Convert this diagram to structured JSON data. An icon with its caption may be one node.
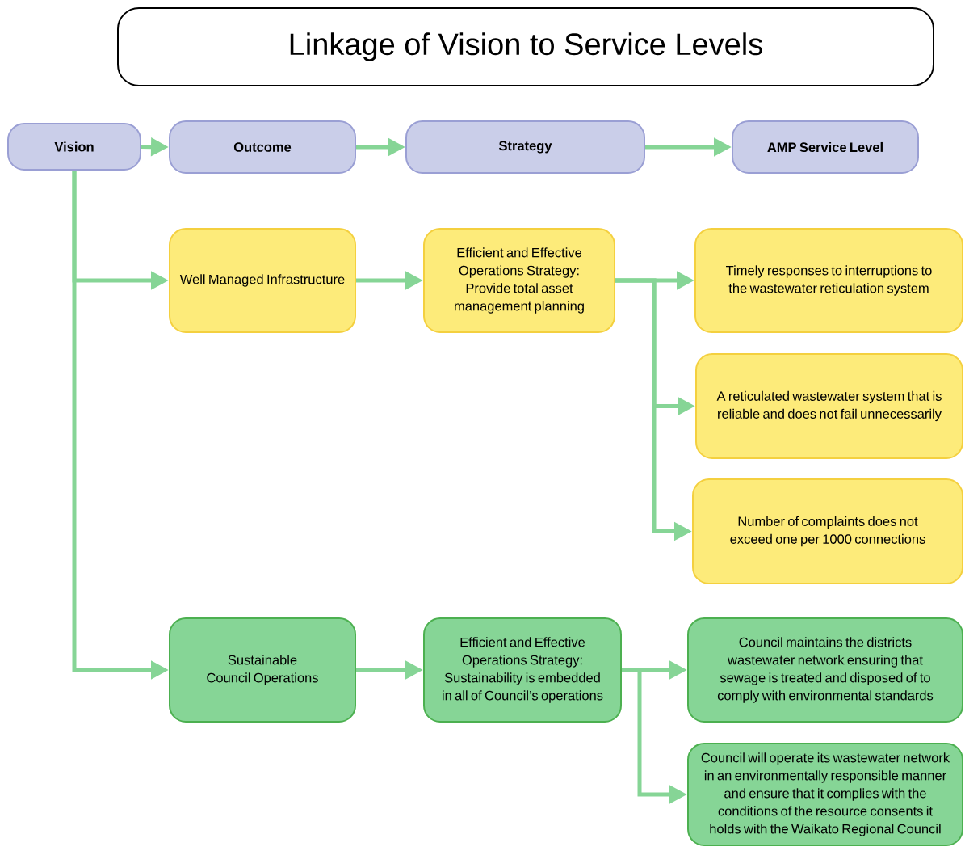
{
  "diagram": {
    "title": "Linkage of Vision to Service Levels",
    "nodes": [
      {
        "text": [
          "Vision"
        ]
      },
      {
        "text": [
          "Outcome"
        ]
      },
      {
        "text": [
          "Strategy"
        ]
      },
      {
        "text": [
          "AMP Service Level"
        ]
      },
      {
        "text": [
          "Well Managed Infrastructure"
        ]
      },
      {
        "text": [
          "Efficient and Effective Operations Strategy: Provide total asset management planning"
        ]
      },
      {
        "text": [
          "Timely responses to interruptions to the wastewater reticulation system"
        ]
      },
      {
        "text": [
          "A reticulated wastewater system that is reliable and does not fail unnecessarily"
        ]
      },
      {
        "text": [
          "Number of complaints does not exceed one per 1000 connections"
        ]
      },
      {
        "text": [
          "Sustainable Council Operations"
        ]
      },
      {
        "text": [
          "Efficient and Effective Operations Strategy: Sustainability is embedded in all of Council’s operations"
        ]
      },
      {
        "text": [
          "Council maintains the districts wastewater network ensuring that sewage is treated and disposed of to comply with environmental standards"
        ]
      },
      {
        "text": [
          "Council will operate its wastewater network in an environmentally responsible manner and ensure that it complies with the conditions of the resource consents it holds with the Waikato Regional Council"
        ]
      }
    ],
    "edges": [
      {
        "from": 0,
        "to": 1,
        "arrow": "to"
      },
      {
        "from": 1,
        "to": 2,
        "arrow": "to"
      },
      {
        "from": 2,
        "to": 3,
        "arrow": "to"
      },
      {
        "from": 0,
        "to": 4,
        "arrow": "to"
      },
      {
        "from": 0,
        "to": 9,
        "arrow": "to"
      },
      {
        "from": 4,
        "to": 5,
        "arrow": "to"
      },
      {
        "from": 5,
        "to": 6,
        "arrow": "to"
      },
      {
        "from": 5,
        "to": 7,
        "arrow": "to"
      },
      {
        "from": 5,
        "to": 8,
        "arrow": "to"
      },
      {
        "from": 9,
        "to": 10,
        "arrow": "to"
      },
      {
        "from": 10,
        "to": 11,
        "arrow": "to"
      },
      {
        "from": 10,
        "to": 12,
        "arrow": "to"
      }
    ]
  }
}
